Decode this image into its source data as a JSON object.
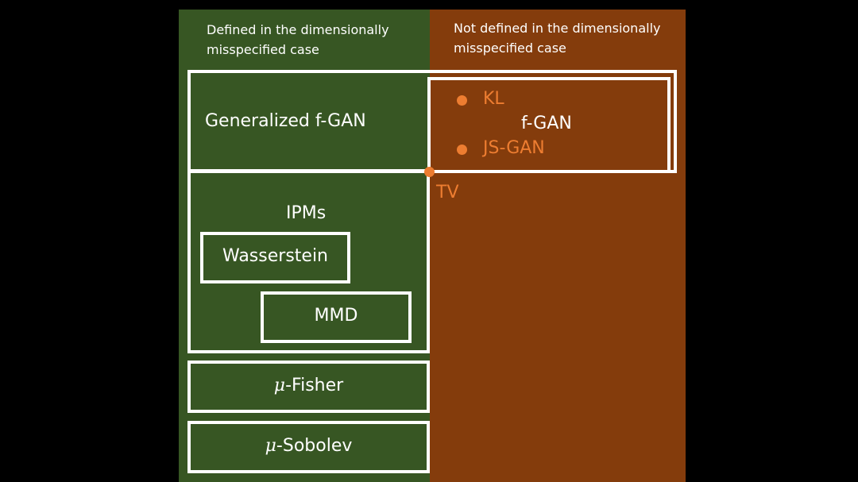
{
  "headers": {
    "left": "Defined in the dimensionally misspecified case",
    "right": "Not defined in the dimensionally misspecified case"
  },
  "labels": {
    "generalized_fgan": "Generalized f-GAN",
    "fgan": "f-GAN",
    "kl": "KL",
    "jsgan": "JS-GAN",
    "tv": "TV",
    "ipms": "IPMs",
    "wasserstein": "Wasserstein",
    "mmd": "MMD",
    "mu_symbol": "μ",
    "fisher_suffix": "-Fisher",
    "sobolev_suffix": "-Sobolev"
  },
  "colors": {
    "left_panel": "#375623",
    "right_panel": "#843C0C",
    "accent": "#ED7D31",
    "line": "#FFFFFF"
  }
}
